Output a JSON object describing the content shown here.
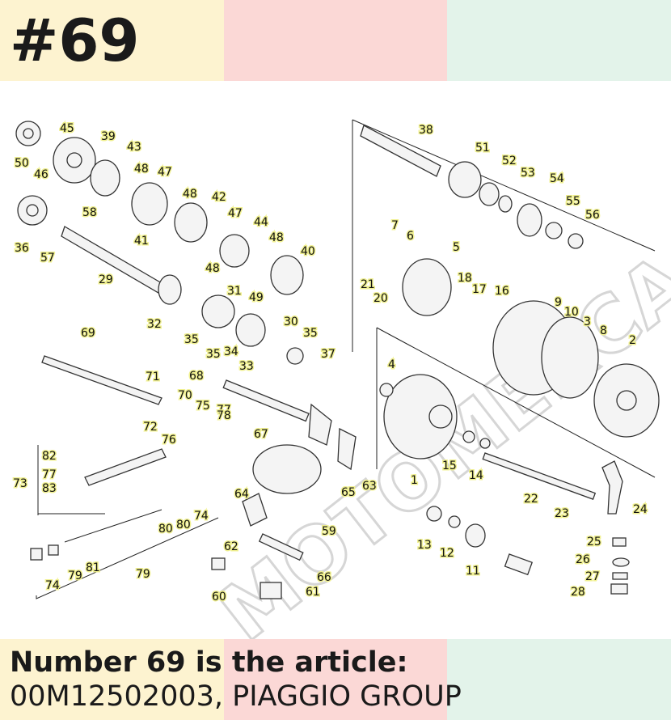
{
  "header": {
    "part_number": "#69"
  },
  "footer": {
    "line1": "Number 69 is the article:",
    "line2": "00M12502003, PIAGGIO GROUP"
  },
  "watermark": {
    "text": "MOTOMERCA"
  },
  "colors": {
    "band_yellow": "#fdf3d0",
    "band_pink": "#fbd8d6",
    "band_green": "#e3f3ea",
    "label_highlight": "#f0f090"
  },
  "diagram": {
    "labels": [
      "1",
      "2",
      "3",
      "4",
      "5",
      "6",
      "7",
      "8",
      "9",
      "10",
      "11",
      "12",
      "13",
      "14",
      "15",
      "16",
      "17",
      "18",
      "20",
      "21",
      "22",
      "23",
      "24",
      "25",
      "26",
      "27",
      "28",
      "29",
      "30",
      "31",
      "32",
      "33",
      "34",
      "35",
      "35",
      "35",
      "36",
      "37",
      "38",
      "39",
      "40",
      "41",
      "42",
      "43",
      "44",
      "45",
      "46",
      "47",
      "47",
      "48",
      "48",
      "48",
      "48",
      "49",
      "50",
      "51",
      "52",
      "53",
      "54",
      "55",
      "56",
      "57",
      "58",
      "59",
      "60",
      "61",
      "62",
      "63",
      "64",
      "65",
      "66",
      "67",
      "68",
      "69",
      "70",
      "71",
      "72",
      "73",
      "74",
      "74",
      "75",
      "76",
      "77",
      "77",
      "78",
      "79",
      "79",
      "80",
      "80",
      "81",
      "82",
      "83"
    ]
  }
}
